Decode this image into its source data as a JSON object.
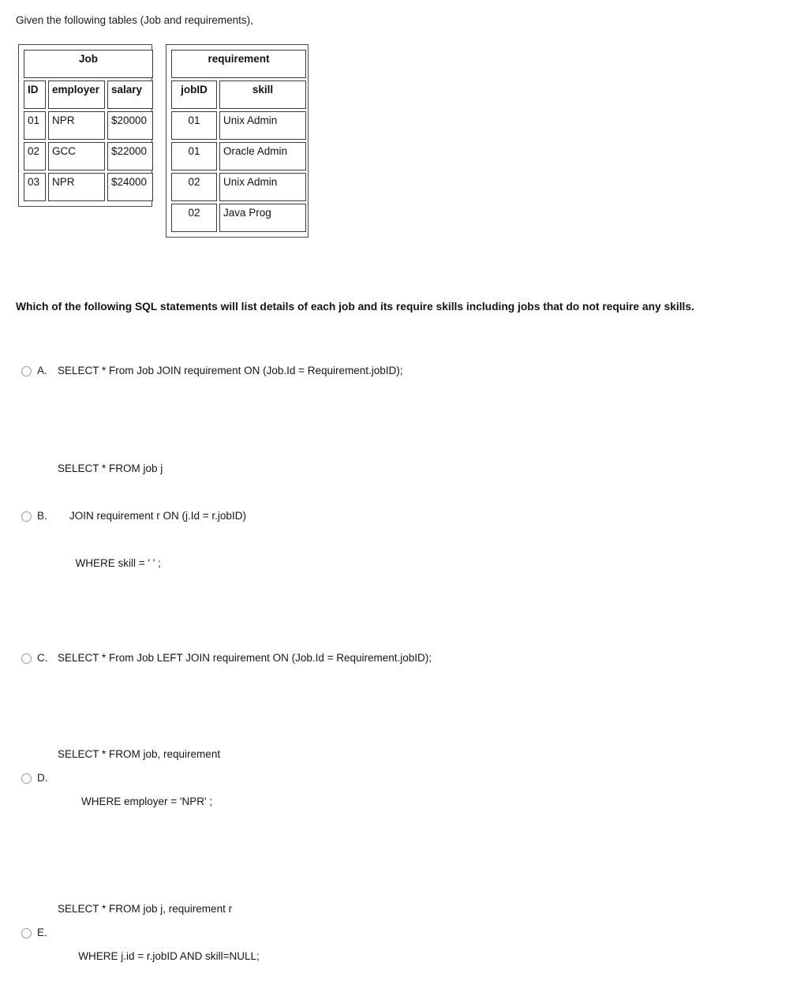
{
  "intro": "Given the following tables (Job and requirements),",
  "job_table": {
    "title": "Job",
    "columns": [
      "ID",
      "employer",
      "salary"
    ],
    "rows": [
      [
        "01",
        "NPR",
        "$20000"
      ],
      [
        "02",
        "GCC",
        "$22000"
      ],
      [
        "03",
        "NPR",
        "$24000"
      ]
    ]
  },
  "requirement_table": {
    "title": "requirement",
    "columns": [
      "jobID",
      "skill"
    ],
    "rows": [
      [
        "01",
        "Unix Admin"
      ],
      [
        "01",
        "Oracle Admin"
      ],
      [
        "02",
        "Unix Admin"
      ],
      [
        "02",
        "Java Prog"
      ]
    ]
  },
  "question": "Which of the following SQL statements will list details of each job  and its require skills including jobs that do not require any skills.",
  "options": [
    {
      "letter": "A.",
      "lines": [
        "SELECT * From Job JOIN requirement ON (Job.Id = Requirement.jobID);"
      ],
      "selected": false
    },
    {
      "letter": "B.",
      "lines": [
        "SELECT * FROM job j",
        "    JOIN requirement r ON (j.Id = r.jobID)",
        "      WHERE skill = ' ' ;"
      ],
      "selected": false
    },
    {
      "letter": "C.",
      "lines": [
        "SELECT * From Job LEFT JOIN requirement ON (Job.Id = Requirement.jobID);"
      ],
      "selected": false
    },
    {
      "letter": "D.",
      "lines": [
        "SELECT * FROM job, requirement",
        "        WHERE employer = 'NPR' ;"
      ],
      "selected": false
    },
    {
      "letter": "E.",
      "lines": [
        "SELECT * FROM job j, requirement r",
        "       WHERE j.id = r.jobID AND skill=NULL;"
      ],
      "selected": false
    }
  ],
  "colors": {
    "text": "#1a1a1a",
    "table_border": "#3a3a3a",
    "outer_border": "#4a4a4a",
    "radio_border": "#9a9a9a",
    "background": "#ffffff"
  }
}
